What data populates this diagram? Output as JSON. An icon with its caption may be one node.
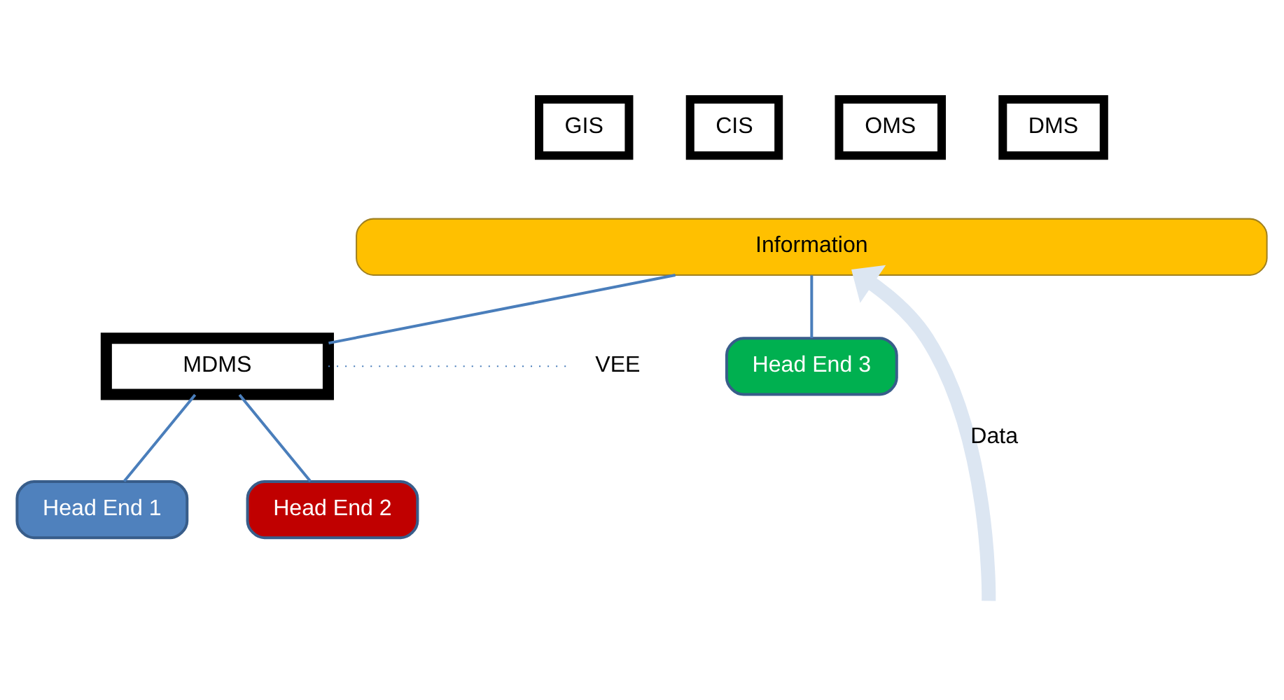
{
  "diagram": {
    "nodes": [
      {
        "text": [
          "GIS"
        ]
      },
      {
        "text": [
          "CIS"
        ]
      },
      {
        "text": [
          "OMS"
        ]
      },
      {
        "text": [
          "DMS"
        ]
      },
      {
        "text": [
          "Information"
        ]
      },
      {
        "text": [
          "MDMS"
        ]
      },
      {
        "text": [
          "VEE"
        ]
      },
      {
        "text": [
          "Head End 1"
        ]
      },
      {
        "text": [
          "Head End 2"
        ]
      },
      {
        "text": [
          "Head End 3"
        ]
      }
    ],
    "edges": [
      {
        "from": 4,
        "to": 5,
        "arrow": "none"
      },
      {
        "from": 4,
        "to": 9,
        "arrow": "none"
      },
      {
        "from": 5,
        "to": 7,
        "arrow": "none"
      },
      {
        "from": 5,
        "to": 8,
        "arrow": "none"
      },
      {
        "from": 5,
        "to": 6,
        "arrow": "none",
        "style": "dashed"
      },
      {
        "from": null,
        "to": 4,
        "arrow": "to",
        "label": "Data",
        "style": "thick",
        "color": "#dce6f2"
      }
    ]
  }
}
